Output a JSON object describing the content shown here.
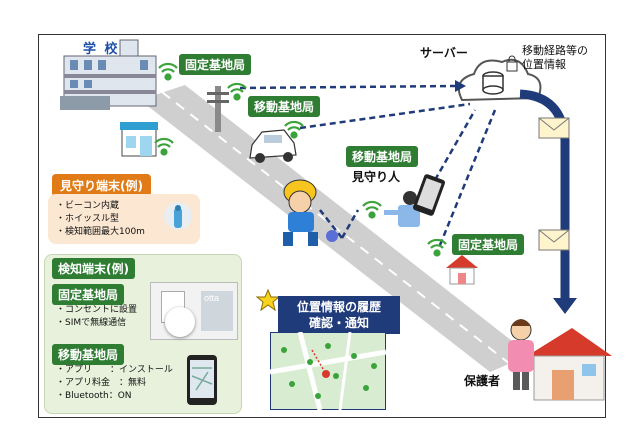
{
  "school": {
    "title": "学 校"
  },
  "server": {
    "label": "サーバー",
    "info_line1": "移動経路等の",
    "info_line2": "位置情報"
  },
  "stations": {
    "fixed_top": "固定基地局",
    "mobile_top": "移動基地局",
    "mobile_mid": "移動基地局",
    "fixed_right": "固定基地局"
  },
  "watcher": {
    "label": "見守り人"
  },
  "guardian": {
    "label": "保護者"
  },
  "history_box": {
    "line1": "位置情報の履歴",
    "line2": "確認・通知"
  },
  "terminal_box": {
    "title": "見守り端末(例)",
    "items": [
      "・ビーコン内蔵",
      "・ホイッスル型",
      "・検知範囲最大100m"
    ]
  },
  "detector_box": {
    "title": "検知端末(例)",
    "fixed_title": "固定基地局",
    "fixed_items": [
      "・コンセントに設置",
      "・SIMで無線通信"
    ],
    "mobile_title": "移動基地局",
    "mobile_items": [
      "・アプリ　　：インストール",
      "・アプリ料金　：無料",
      "・Bluetooth：ON"
    ],
    "device_brand": "otta"
  },
  "colors": {
    "green": "#2e7d32",
    "orange": "#e07b17",
    "navy": "#1f3b7a",
    "road": "#c8c8c8",
    "panel_green": "#e8f1dc"
  }
}
